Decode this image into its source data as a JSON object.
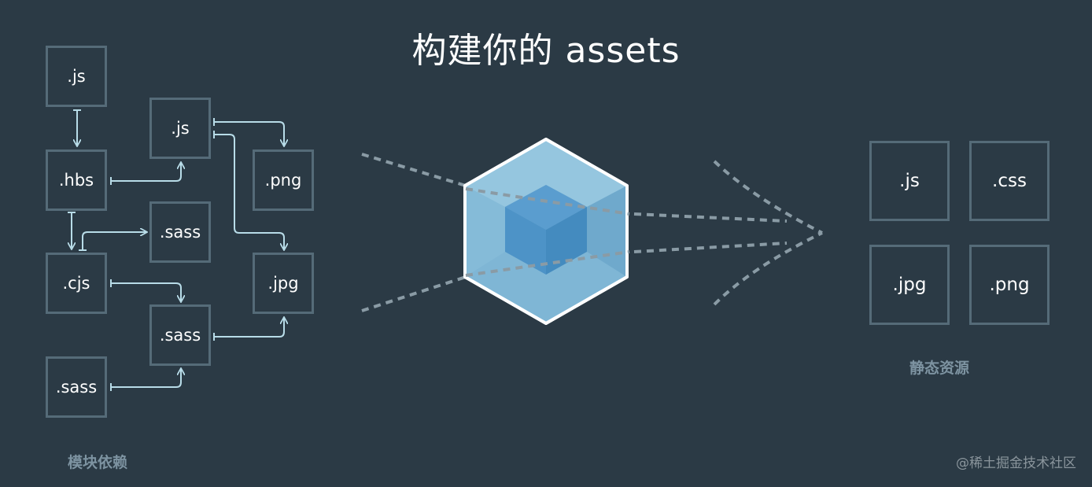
{
  "title": "构建你的 assets",
  "module_boxes": [
    {
      "id": "m1",
      "label": ".js"
    },
    {
      "id": "m2",
      "label": ".hbs"
    },
    {
      "id": "m3",
      "label": ".cjs"
    },
    {
      "id": "m4",
      "label": ".sass"
    },
    {
      "id": "m5",
      "label": ".js"
    },
    {
      "id": "m6",
      "label": ".sass"
    },
    {
      "id": "m7",
      "label": ".sass"
    },
    {
      "id": "m8",
      "label": ".png"
    },
    {
      "id": "m9",
      "label": ".jpg"
    }
  ],
  "output_boxes": [
    {
      "id": "o1",
      "label": ".js"
    },
    {
      "id": "o2",
      "label": ".css"
    },
    {
      "id": "o3",
      "label": ".jpg"
    },
    {
      "id": "o4",
      "label": ".png"
    }
  ],
  "captions": {
    "modules": "模块依赖",
    "static": "静态资源"
  },
  "watermark": "@稀土掘金技术社区",
  "colors": {
    "background": "#2b3a45",
    "box_border": "#556b78",
    "arrow": "#b8dce8",
    "dash": "#8a9ba5",
    "cube_light": "#8ec1dc",
    "cube_dark": "#4d95c8"
  }
}
